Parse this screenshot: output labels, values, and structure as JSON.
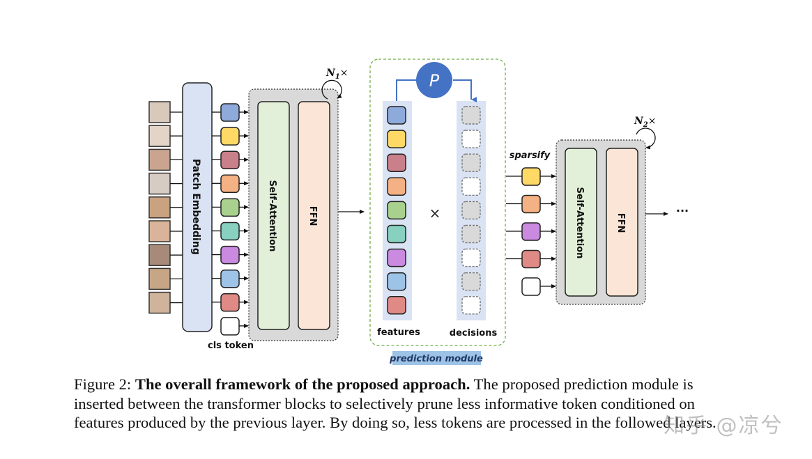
{
  "diagram": {
    "patch_embedding_label": "Patch Embedding",
    "cls_token_label": "cls token",
    "block1": {
      "attention_label": "Self-Attention",
      "ffn_label": "FFN",
      "repeat_label": "N",
      "repeat_subscript": "1",
      "repeat_suffix": "×"
    },
    "prediction_module": {
      "predictor_label": "P",
      "features_label": "features",
      "decisions_label": "decisions",
      "multiply_symbol": "×",
      "module_label": "prediction module",
      "feature_colors": [
        "#8eaadb",
        "#ffd966",
        "#c9808a",
        "#f4b183",
        "#a9d18e",
        "#88d0c0",
        "#c98ae0",
        "#9dc3e6",
        "#e08a86"
      ],
      "decisions": [
        "drop",
        "keep",
        "drop",
        "keep",
        "drop",
        "drop",
        "keep",
        "drop",
        "keep"
      ]
    },
    "sparsify_label": "sparsify",
    "sparse_token_colors": [
      "#ffd966",
      "#f4b183",
      "#c98ae0",
      "#e08a86",
      "#ffffff"
    ],
    "block2": {
      "attention_label": "Self-Attention",
      "ffn_label": "FFN",
      "repeat_label": "N",
      "repeat_subscript": "2",
      "repeat_suffix": "×"
    },
    "continuation_label": "···",
    "input_tokens": {
      "colors": [
        "#8eaadb",
        "#ffd966",
        "#c9808a",
        "#f4b183",
        "#a9d18e",
        "#88d0c0",
        "#c98ae0",
        "#9dc3e6",
        "#e08a86"
      ],
      "cls_color": "#ffffff"
    },
    "patch_count": 9
  },
  "caption": {
    "prefix": "Figure 2: ",
    "bold": "The overall framework of the proposed approach.",
    "line1_rest": " The proposed prediction module is",
    "line2": "inserted between the transformer blocks to selectively prune less informative token conditioned on",
    "line3": "features produced by the previous layer. By doing so, less tokens are processed in the followed layers."
  },
  "watermark": "知乎 @凉兮"
}
